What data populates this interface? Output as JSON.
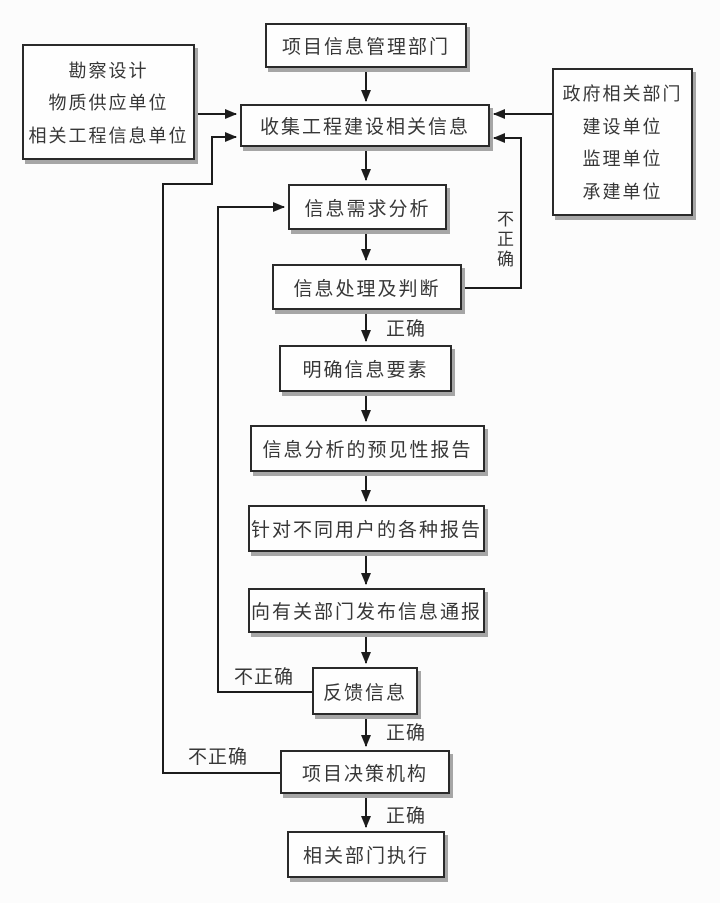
{
  "diagram": {
    "nodes": {
      "top_dept": {
        "label": "项目信息管理部门"
      },
      "left_sources": {
        "lines": [
          "勘察设计",
          "物质供应单位",
          "相关工程信息单位"
        ]
      },
      "right_sources": {
        "lines": [
          "政府相关部门",
          "建设单位",
          "监理单位",
          "承建单位"
        ]
      },
      "collect": {
        "label": "收集工程建设相关信息"
      },
      "demand_analysis": {
        "label": "信息需求分析"
      },
      "processing": {
        "label": "信息处理及判断"
      },
      "clarify_elements": {
        "label": "明确信息要素"
      },
      "forecast_report": {
        "label": "信息分析的预见性报告"
      },
      "user_reports": {
        "label": "针对不同用户的各种报告"
      },
      "publish_notice": {
        "label": "向有关部门发布信息通报"
      },
      "feedback": {
        "label": "反馈信息"
      },
      "decision_body": {
        "label": "项目决策机构"
      },
      "execution": {
        "label": "相关部门执行"
      }
    },
    "edge_labels": {
      "processing_correct": "正确",
      "processing_incorrect": "不正确",
      "feedback_incorrect": "不正确",
      "feedback_correct": "正确",
      "decision_incorrect": "不正确",
      "decision_correct": "正确"
    },
    "colors": {
      "background": "#fcfcfc",
      "line": "#1c1c1c",
      "box_border": "#2a2a2a",
      "box_fill": "#fefefe",
      "box_shadow": "#a6a6a6",
      "text": "#373737"
    }
  }
}
